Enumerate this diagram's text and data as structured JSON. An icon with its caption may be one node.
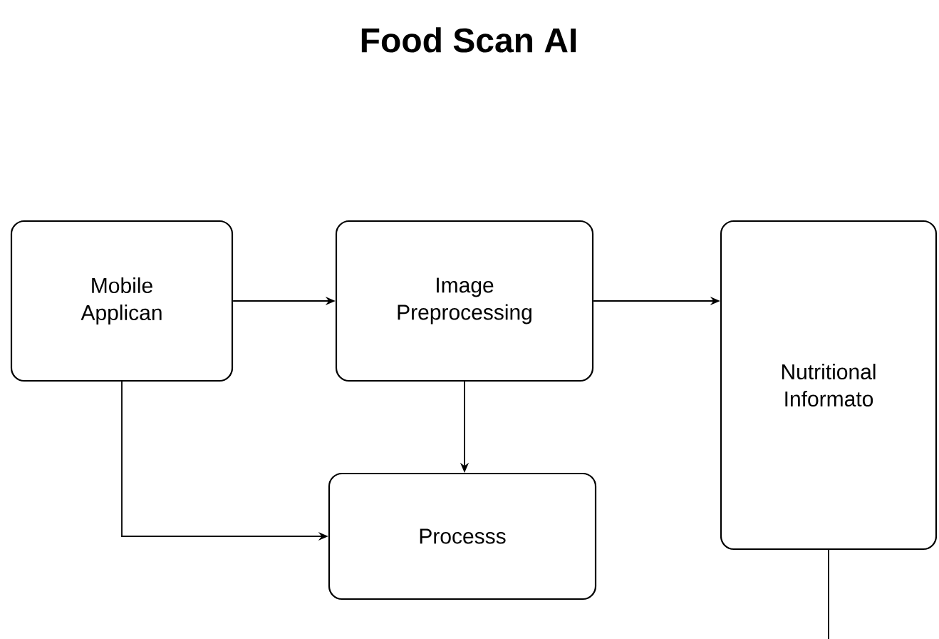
{
  "diagram": {
    "title": "Food Scan AI",
    "nodes": [
      {
        "text": [
          "Mobile Applican"
        ]
      },
      {
        "text": [
          "Image Preprocessing"
        ]
      },
      {
        "text": [
          "Processs"
        ]
      },
      {
        "text": [
          "Nutritional Informato"
        ]
      }
    ],
    "edges": [
      {
        "from": 0,
        "to": 1,
        "arrow": "to"
      },
      {
        "from": 1,
        "to": 3,
        "arrow": "to"
      },
      {
        "from": 1,
        "to": 2,
        "arrow": "to"
      },
      {
        "from": 0,
        "to": 2,
        "arrow": "to"
      },
      {
        "from": 3,
        "to": null,
        "arrow": "none"
      }
    ]
  }
}
